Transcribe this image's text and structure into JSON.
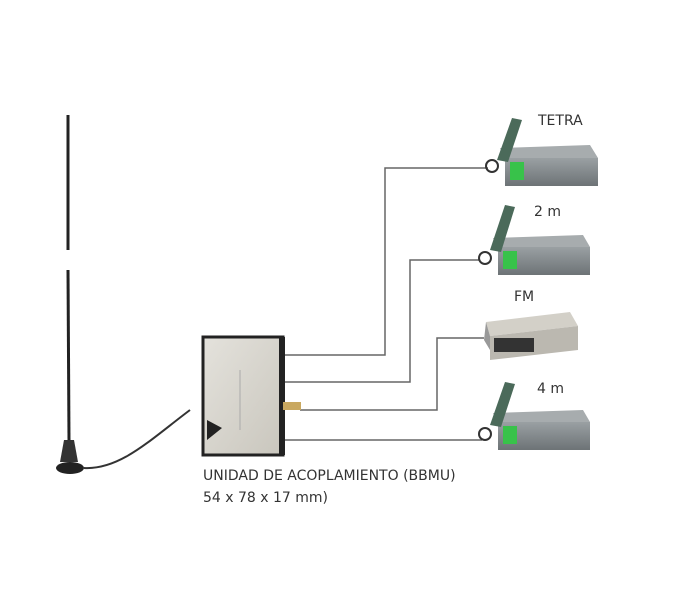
{
  "radios": [
    {
      "label": "TETRA"
    },
    {
      "label": "2 m"
    },
    {
      "label": "FM"
    },
    {
      "label": "4 m"
    }
  ],
  "unit": {
    "name": "UNIDAD DE ACOPLAMIENTO (BBMU)",
    "dimensions": "54 x 78 x 17 mm)"
  }
}
